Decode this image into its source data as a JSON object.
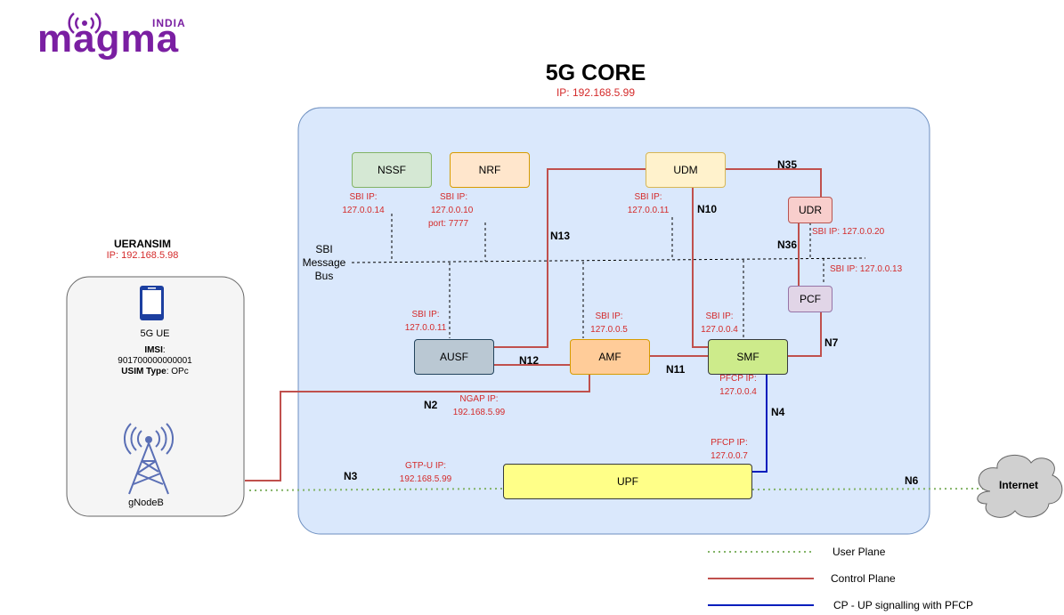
{
  "logo": {
    "brand": "magma",
    "country": "INDIA"
  },
  "core": {
    "title": "5G CORE",
    "ip": "IP: 192.168.5.99"
  },
  "ueransim": {
    "title": "UERANSIM",
    "ip": "IP: 192.168.5.98",
    "ue_label": "5G UE",
    "imsi_key": "IMSI",
    "imsi_value": "901700000000001",
    "usim_key": "USIM Type",
    "usim_value": "OPc",
    "gnb_label": "gNodeB"
  },
  "nfs": {
    "nssf": "NSSF",
    "nrf": "NRF",
    "udm": "UDM",
    "udr": "UDR",
    "pcf": "PCF",
    "ausf": "AUSF",
    "amf": "AMF",
    "smf": "SMF",
    "upf": "UPF"
  },
  "ips": {
    "nssf": [
      "SBI IP:",
      "127.0.0.14"
    ],
    "nrf": [
      "SBI IP:",
      "127.0.0.10",
      "port: 7777"
    ],
    "udm": [
      "SBI IP:",
      "127.0.0.11"
    ],
    "udr": "SBI IP: 127.0.0.20",
    "pcf": "SBI IP: 127.0.0.13",
    "ausf": [
      "SBI IP:",
      "127.0.0.11"
    ],
    "amf": [
      "SBI IP:",
      "127.0.0.5"
    ],
    "smf": [
      "SBI IP:",
      "127.0.0.4"
    ],
    "ngap": [
      "NGAP IP:",
      "192.168.5.99"
    ],
    "smf_pfcp": [
      "PFCP IP:",
      "127.0.0.4"
    ],
    "upf_pfcp": [
      "PFCP IP:",
      "127.0.0.7"
    ],
    "gtpu": [
      "GTP-U IP:",
      "192.168.5.99"
    ]
  },
  "sbi_bus": [
    "SBI",
    "Message",
    "Bus"
  ],
  "interfaces": {
    "n2": "N2",
    "n3": "N3",
    "n4": "N4",
    "n6": "N6",
    "n7": "N7",
    "n10": "N10",
    "n11": "N11",
    "n12": "N12",
    "n13": "N13",
    "n35": "N35",
    "n36": "N36"
  },
  "internet": "Internet",
  "legend": {
    "user_plane": "User Plane",
    "control_plane": "Control Plane",
    "pfcp": "CP - UP signalling with PFCP"
  },
  "colors": {
    "control": "#c0504d",
    "user": "#82b366",
    "pfcp": "#001dbc",
    "ip_text": "#d42a2a",
    "core_bg": "#dae8fc",
    "core_border": "#6c8ebf"
  }
}
